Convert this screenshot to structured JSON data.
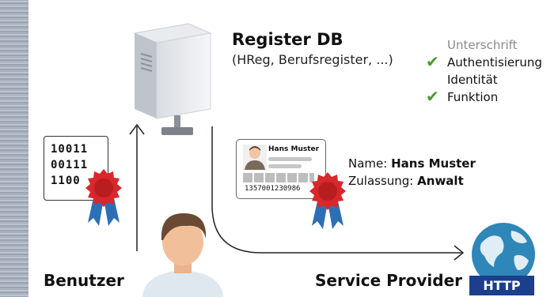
{
  "register": {
    "title": "Register DB",
    "subtitle": "(HReg, Berufsregister, ...)"
  },
  "attributes": [
    {
      "label": "Unterschrift",
      "checked": false
    },
    {
      "label": "Authentisierung",
      "checked": true
    },
    {
      "label": "Identität",
      "checked": false
    },
    {
      "label": "Funktion",
      "checked": true
    }
  ],
  "binary_cert": {
    "lines": [
      "10011",
      "00111",
      "1100"
    ]
  },
  "id_card": {
    "name": "Hans Muster",
    "number": "1357001230986"
  },
  "person_info": {
    "name_label": "Name:",
    "name_value": "Hans Muster",
    "admission_label": "Zulassung:",
    "admission_value": "Anwalt"
  },
  "labels": {
    "user": "Benutzer",
    "provider": "Service Provider",
    "http": "HTTP"
  },
  "colors": {
    "check": "#4c9a2a",
    "http_badge": "#1c3f8c",
    "globe": "#2f86b8",
    "seal": "#d8282b",
    "ribbon": "#2d6fb6"
  }
}
